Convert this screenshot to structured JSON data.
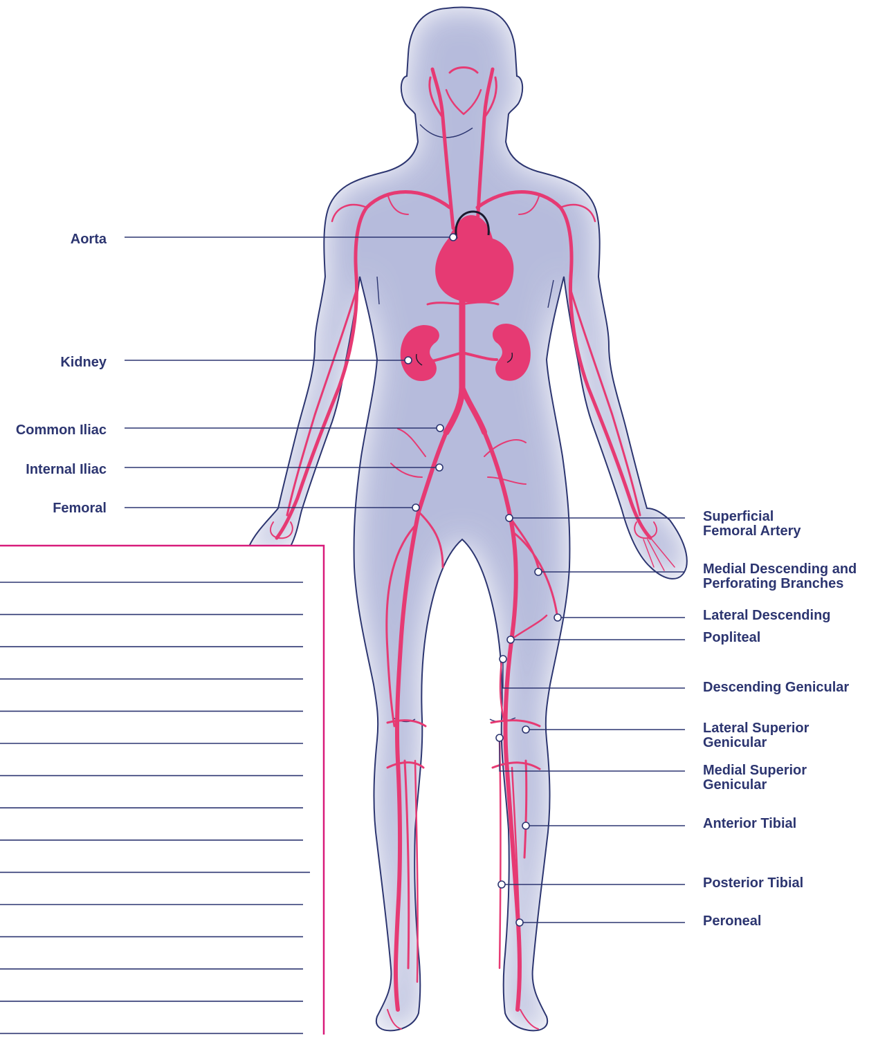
{
  "diagram": {
    "colors": {
      "artery": "#e63a73",
      "body_fill": "#aab0d6",
      "body_outline": "#2c3570",
      "leader": "#2c3570",
      "label": "#2c3570",
      "notes_border": "#d81b7a",
      "notes_rule": "#2c3570"
    },
    "left_labels": [
      {
        "id": "aorta",
        "text": "Aorta"
      },
      {
        "id": "kidney",
        "text": "Kidney"
      },
      {
        "id": "common-iliac",
        "text": "Common Iliac"
      },
      {
        "id": "internal-iliac",
        "text": "Internal Iliac"
      },
      {
        "id": "femoral",
        "text": "Femoral"
      }
    ],
    "right_labels": [
      {
        "id": "superficial-femoral-artery",
        "lines": [
          "Superficial",
          "Femoral Artery"
        ]
      },
      {
        "id": "medial-descending-perforating",
        "lines": [
          "Medial Descending and",
          "Perforating Branches"
        ]
      },
      {
        "id": "lateral-descending",
        "lines": [
          "Lateral Descending"
        ]
      },
      {
        "id": "popliteal",
        "lines": [
          "Popliteal"
        ]
      },
      {
        "id": "descending-genicular",
        "lines": [
          "Descending Genicular"
        ]
      },
      {
        "id": "lateral-superior-genicular",
        "lines": [
          "Lateral Superior",
          "Genicular"
        ]
      },
      {
        "id": "medial-superior-genicular",
        "lines": [
          "Medial Superior",
          "Genicular"
        ]
      },
      {
        "id": "anterior-tibial",
        "lines": [
          "Anterior Tibial"
        ]
      },
      {
        "id": "posterior-tibial",
        "lines": [
          "Posterior Tibial"
        ]
      },
      {
        "id": "peroneal",
        "lines": [
          "Peroneal"
        ]
      }
    ],
    "notes_lines": 15
  }
}
